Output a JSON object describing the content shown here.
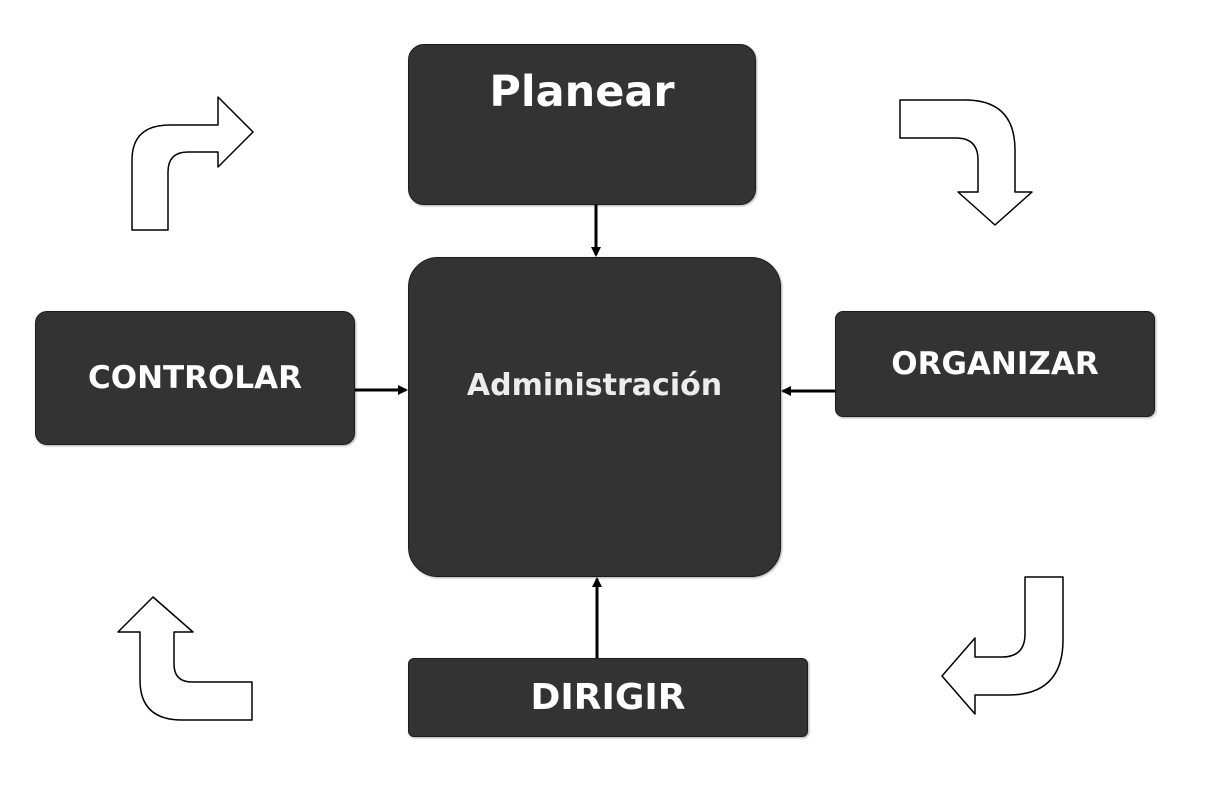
{
  "diagram": {
    "top": "Planear",
    "center": "Administración",
    "left": "CONTROLAR",
    "right": "ORGANIZAR",
    "bottom": "DIRIGIR"
  },
  "colors": {
    "box_fill": "#333333",
    "box_text": "#ffffff",
    "arrow_line": "#000000",
    "cycle_arrow_fill": "#ffffff",
    "cycle_arrow_stroke": "#000000"
  },
  "icons": {
    "cycle_arrows": [
      "curved-arrow-up-right-icon",
      "curved-arrow-right-down-icon",
      "curved-arrow-down-left-icon",
      "curved-arrow-left-up-icon"
    ]
  }
}
